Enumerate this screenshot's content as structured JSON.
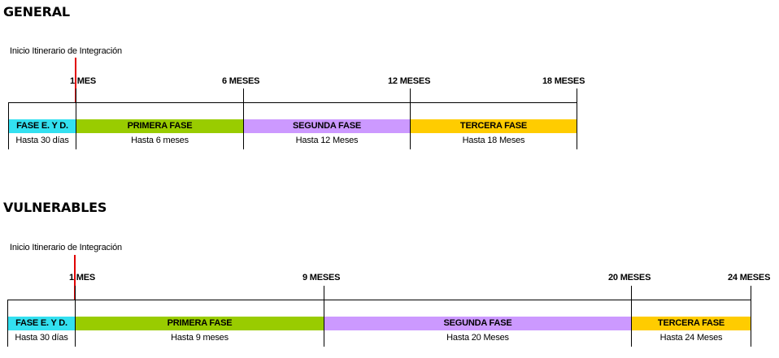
{
  "colors": {
    "cyan": "#33E0F0",
    "green": "#99CC00",
    "purple": "#CC99FF",
    "orange": "#FFCC00",
    "red_marker": "#E00000"
  },
  "general": {
    "title": "GENERAL",
    "start_label": "Inicio Itinerario de Integración",
    "ticks": [
      "1 MES",
      "6 MESES",
      "12 MESES",
      "18 MESES"
    ],
    "phases": [
      {
        "label": "FASE E. Y D.",
        "sub": "Hasta 30 días",
        "color": "cyan"
      },
      {
        "label": "PRIMERA FASE",
        "sub": "Hasta 6 meses",
        "color": "green"
      },
      {
        "label": "SEGUNDA FASE",
        "sub": "Hasta 12 Meses",
        "color": "purple"
      },
      {
        "label": "TERCERA FASE",
        "sub": "Hasta 18 Meses",
        "color": "orange"
      }
    ]
  },
  "vulnerables": {
    "title": "VULNERABLES",
    "start_label": "Inicio Itinerario de Integración",
    "ticks": [
      "1 MES",
      "9 MESES",
      "20 MESES",
      "24 MESES"
    ],
    "phases": [
      {
        "label": "FASE E. Y D.",
        "sub": "Hasta 30 días",
        "color": "cyan"
      },
      {
        "label": "PRIMERA FASE",
        "sub": "Hasta 9 meses",
        "color": "green"
      },
      {
        "label": "SEGUNDA FASE",
        "sub": "Hasta 20 Meses",
        "color": "purple"
      },
      {
        "label": "TERCERA FASE",
        "sub": "Hasta 24 Meses",
        "color": "orange"
      }
    ]
  }
}
